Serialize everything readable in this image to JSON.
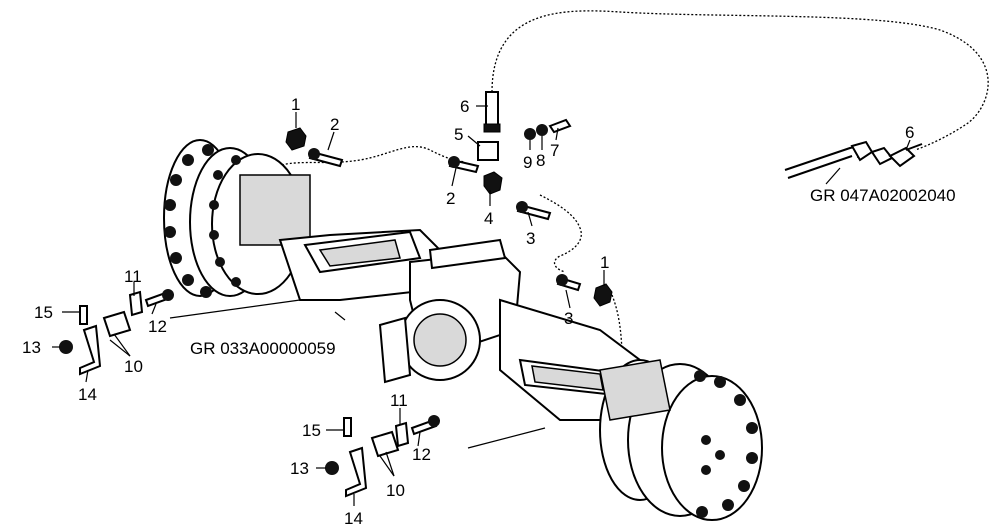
{
  "references": {
    "axle_group": "GR 033A00000059",
    "brake_hose_group": "GR 047A02002040"
  },
  "callouts": {
    "c1a": "1",
    "c1b": "1",
    "c2a": "2",
    "c2b": "2",
    "c3a": "3",
    "c3b": "3",
    "c4": "4",
    "c5": "5",
    "c6a": "6",
    "c6b": "6",
    "c7": "7",
    "c8": "8",
    "c9": "9",
    "c10a": "10",
    "c10b": "10",
    "c11a": "11",
    "c11b": "11",
    "c12a": "12",
    "c12b": "12",
    "c13a": "13",
    "c13b": "13",
    "c14a": "14",
    "c14b": "14",
    "c15a": "15",
    "c15b": "15"
  }
}
